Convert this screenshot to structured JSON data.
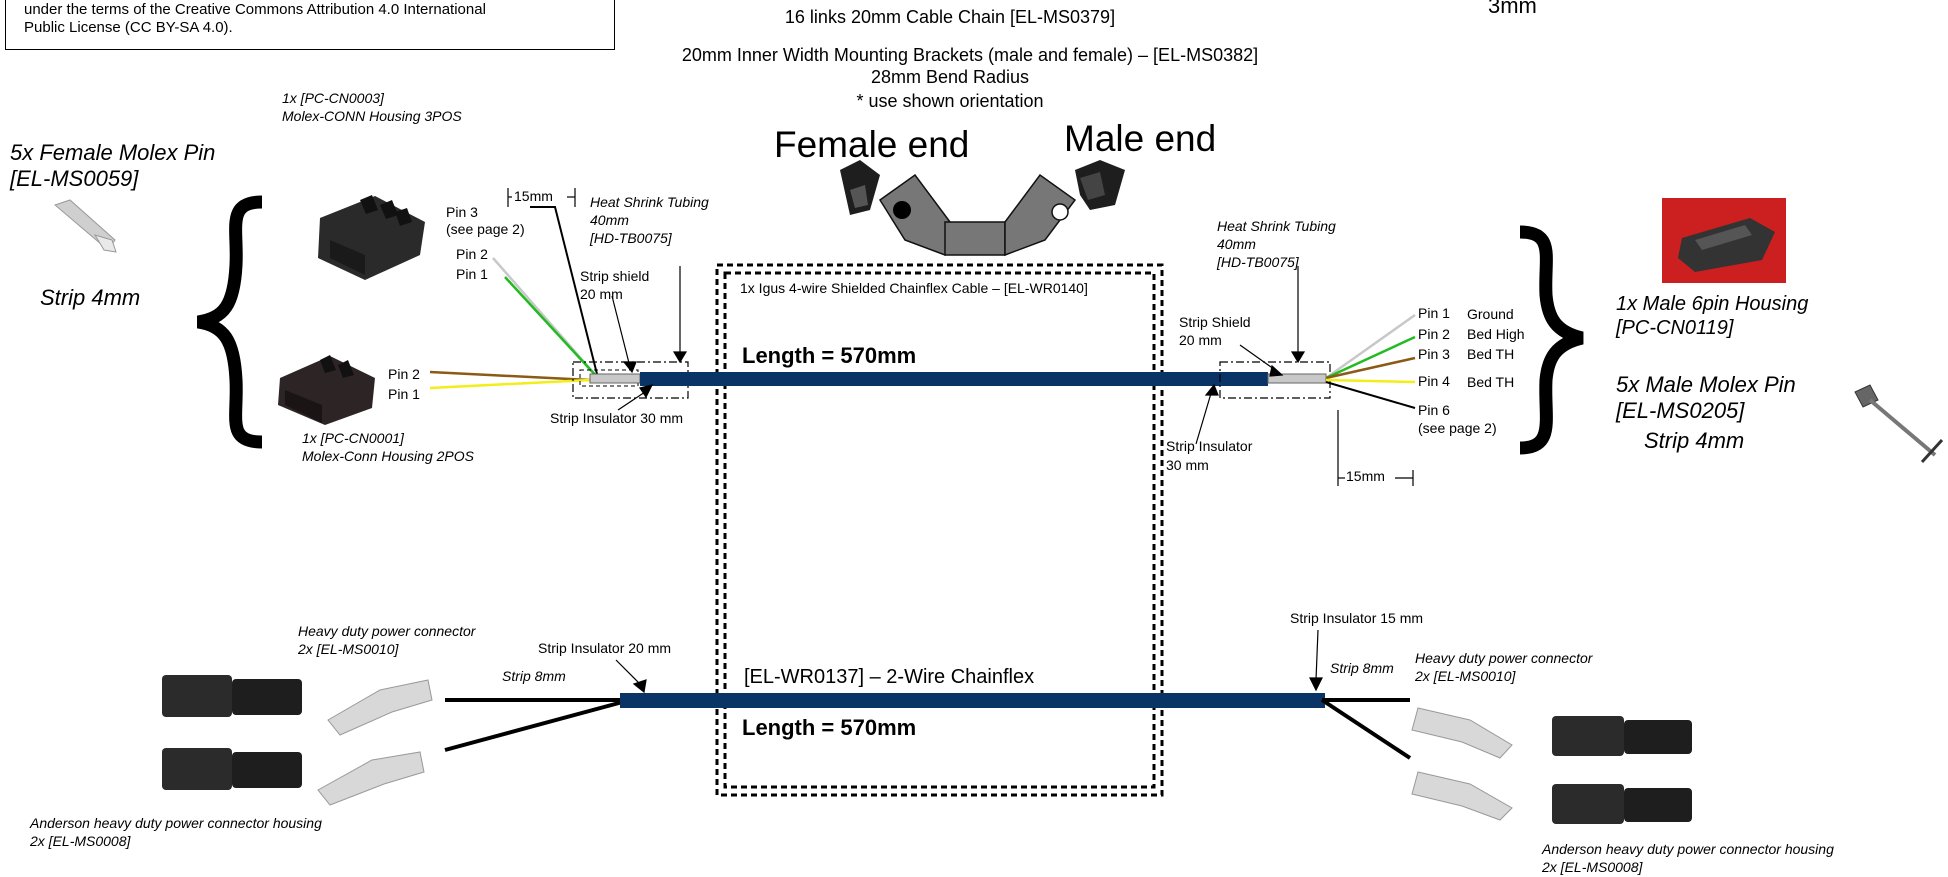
{
  "license_box": {
    "line1": "under the terms of the Creative Commons Attribution 4.0 International",
    "line2": "Public License (CC BY-SA 4.0)."
  },
  "header": {
    "chain": "16 links 20mm Cable Chain [EL-MS0379]",
    "brackets": "20mm Inner Width Mounting Brackets (male and female) – [EL-MS0382]",
    "radius": "28mm Bend Radius",
    "orientation": "* use shown orientation",
    "top_right_partial": "3mm",
    "female_end": "Female end",
    "male_end": "Male end"
  },
  "left": {
    "molex_pin_title": "5x Female Molex Pin",
    "molex_pin_code": "[EL-MS0059]",
    "strip": "Strip 4mm",
    "housing3_qty": "1x [PC-CN0003]",
    "housing3_name": "Molex-CONN Housing 3POS",
    "housing2_qty": "1x [PC-CN0001]",
    "housing2_name": "Molex-Conn Housing 2POS",
    "pin3": "Pin 3",
    "pin3_note": "(see page 2)",
    "pin2_top": "Pin 2",
    "pin1_top": "Pin 1",
    "pin2_bot": "Pin 2",
    "pin1_bot": "Pin 1",
    "dim_15": "15mm",
    "hst_title": "Heat Shrink Tubing",
    "hst_len": "40mm",
    "hst_code": "[HD-TB0075]",
    "strip_shield": "Strip shield",
    "strip_shield_len": "20 mm",
    "strip_insulator": "Strip Insulator 30 mm"
  },
  "center": {
    "cable_label": "1x Igus 4-wire Shielded Chainflex Cable – [EL-WR0140]",
    "length_top": "Length = 570mm",
    "cable2_label": "[EL-WR0137] – 2-Wire Chainflex",
    "length_bottom": "Length = 570mm"
  },
  "right": {
    "hst_title": "Heat Shrink Tubing",
    "hst_len": "40mm",
    "hst_code": "[HD-TB0075]",
    "strip_shield": "Strip Shield",
    "strip_shield_len": "20 mm",
    "strip_insulator": "Strip Insulator",
    "strip_insulator_len": "30 mm",
    "dim_15": "15mm",
    "pins": [
      {
        "pin": "Pin 1",
        "fn": "Ground"
      },
      {
        "pin": "Pin 2",
        "fn": "Bed High"
      },
      {
        "pin": "Pin 3",
        "fn": "Bed TH"
      },
      {
        "pin": "Pin 4",
        "fn": "Bed TH"
      }
    ],
    "pin6": "Pin 6",
    "pin6_note": "(see page 2)",
    "housing_title": "1x Male 6pin Housing",
    "housing_code": "[PC-CN0119]",
    "molex_pin_title": "5x Male Molex Pin",
    "molex_pin_code": "[EL-MS0205]",
    "strip": "Strip 4mm"
  },
  "bottom": {
    "left_conn_title": "Heavy duty power connector",
    "left_conn_qty": "2x [EL-MS0010]",
    "left_housing_title": "Anderson heavy duty power connector housing",
    "left_housing_qty": "2x [EL-MS0008]",
    "left_strip_ins": "Strip Insulator 20 mm",
    "left_strip": "Strip 8mm",
    "right_strip_ins": "Strip Insulator 15 mm",
    "right_strip": "Strip 8mm",
    "right_conn_title": "Heavy duty power connector",
    "right_conn_qty": "2x [EL-MS0010]",
    "right_housing_title": "Anderson heavy duty power connector housing",
    "right_housing_qty": "2x [EL-MS0008]"
  },
  "colors": {
    "cable": "#0a3366",
    "wire_green": "#22bb22",
    "wire_brown": "#8b5a14",
    "wire_yellow": "#f2ee1a",
    "wire_grey": "#c8c8c8",
    "housing_red": "#cc1f1f"
  }
}
